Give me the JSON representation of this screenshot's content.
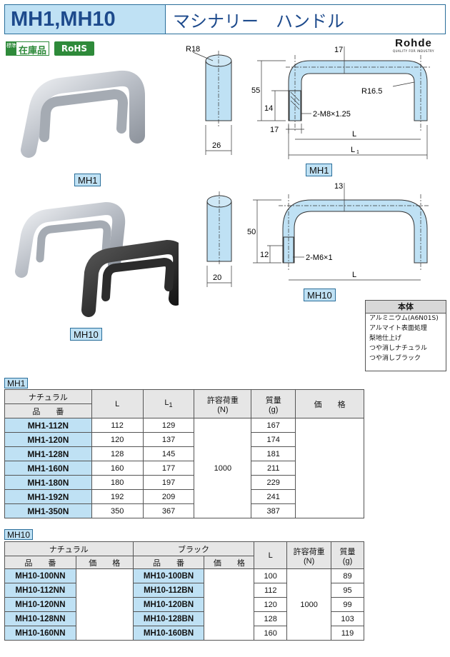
{
  "header": {
    "title": "MH1,MH10",
    "subtitle": "マシナリー　ハンドル"
  },
  "badges": {
    "stock_small": "標準",
    "stock_main": "在庫品",
    "rohs": "RoHS"
  },
  "brand": {
    "name": "Rohde",
    "tagline": "QUALITY FOR INDUSTRY"
  },
  "photo_labels": {
    "mh1": "MH1",
    "mh10": "MH10"
  },
  "drawing_mh1": {
    "r18": "R18",
    "d55": "55",
    "d14": "14",
    "d17a": "17",
    "d17b": "17",
    "r165": "R16.5",
    "thread": "2-M8×1.25",
    "L": "L",
    "L1": "L",
    "L1sub": "1",
    "d26": "26",
    "label": "MH1"
  },
  "drawing_mh10": {
    "d13": "13",
    "d50": "50",
    "d12": "12",
    "thread": "2-M6×1",
    "L": "L",
    "d20": "20",
    "label": "MH10"
  },
  "material": {
    "header": "本体",
    "lines": [
      "アルミニウム(A6N01S)",
      "アルマイト表面処理",
      "梨地仕上げ",
      "つや消しナチュラル",
      "つや消しブラック"
    ]
  },
  "table_mh1": {
    "section": "MH1",
    "headers": {
      "natural": "ナチュラル",
      "part": "品　　番",
      "L": "L",
      "L1": "L",
      "L1sub": "1",
      "load": "許容荷重",
      "load_unit": "(N)",
      "mass": "質量",
      "mass_unit": "(g)",
      "price": "価　　格"
    },
    "load_value": "1000",
    "rows": [
      {
        "part": "MH1-112N",
        "L": "112",
        "L1": "129",
        "mass": "167"
      },
      {
        "part": "MH1-120N",
        "L": "120",
        "L1": "137",
        "mass": "174"
      },
      {
        "part": "MH1-128N",
        "L": "128",
        "L1": "145",
        "mass": "181"
      },
      {
        "part": "MH1-160N",
        "L": "160",
        "L1": "177",
        "mass": "211"
      },
      {
        "part": "MH1-180N",
        "L": "180",
        "L1": "197",
        "mass": "229"
      },
      {
        "part": "MH1-192N",
        "L": "192",
        "L1": "209",
        "mass": "241"
      },
      {
        "part": "MH1-350N",
        "L": "350",
        "L1": "367",
        "mass": "387"
      }
    ]
  },
  "table_mh10": {
    "section": "MH10",
    "headers": {
      "natural": "ナチュラル",
      "black": "ブラック",
      "part": "品　　番",
      "price": "価　　格",
      "L": "L",
      "load": "許容荷重",
      "load_unit": "(N)",
      "mass": "質量",
      "mass_unit": "(g)"
    },
    "load_value": "1000",
    "rows": [
      {
        "nat": "MH10-100NN",
        "blk": "MH10-100BN",
        "L": "100",
        "mass": "89"
      },
      {
        "nat": "MH10-112NN",
        "blk": "MH10-112BN",
        "L": "112",
        "mass": "95"
      },
      {
        "nat": "MH10-120NN",
        "blk": "MH10-120BN",
        "L": "120",
        "mass": "99"
      },
      {
        "nat": "MH10-128NN",
        "blk": "MH10-128BN",
        "L": "128",
        "mass": "103"
      },
      {
        "nat": "MH10-160NN",
        "blk": "MH10-160BN",
        "L": "160",
        "mass": "119"
      }
    ]
  }
}
